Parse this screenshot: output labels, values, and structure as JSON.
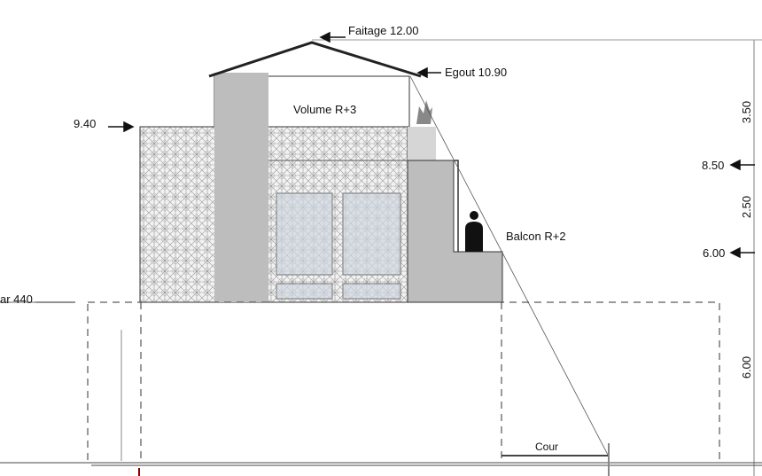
{
  "labels": {
    "faitage": "Faitage 12.00",
    "egout": "Egout 10.90",
    "volume": "Volume R+3",
    "level_940": "9.40",
    "balcon": "Balcon R+2",
    "level_850": "8.50",
    "level_600": "6.00",
    "dim_350": "3.50",
    "dim_250": "2.50",
    "dim_600": "6.00",
    "neighbor": "ar 440",
    "cour": "Cour"
  },
  "colors": {
    "wall_gray": "#bdbdbd",
    "line": "#222222"
  }
}
